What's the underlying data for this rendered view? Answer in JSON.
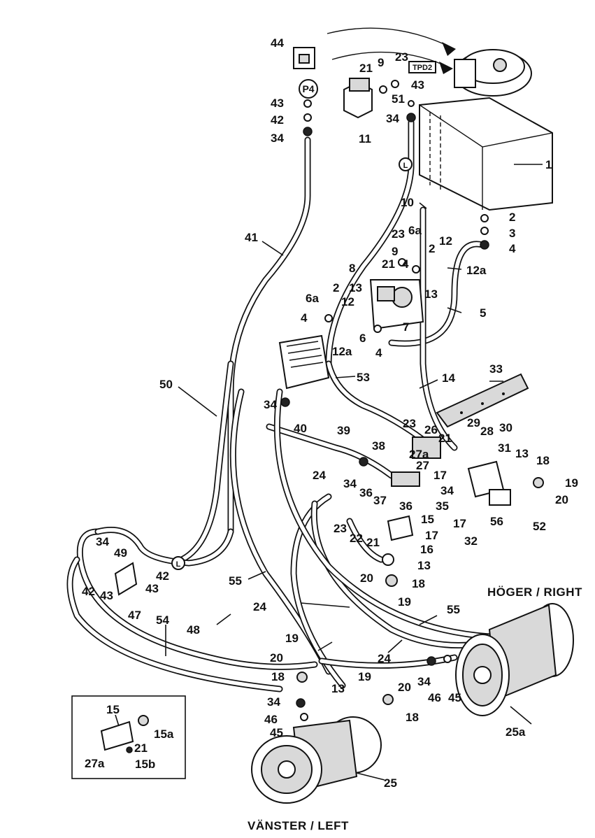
{
  "headings": {
    "right": "HÖGER / RIGHT",
    "left": "VÄNSTER / LEFT"
  },
  "tags": {
    "p4": "P4",
    "tpd2": "TPD2",
    "l1": "L",
    "l2": "L"
  },
  "callouts": {
    "c44": "44",
    "c43a": "43",
    "c42a": "42",
    "c34a": "34",
    "c21a": "21",
    "c9a": "9",
    "c23a": "23",
    "c43b": "43",
    "c51": "51",
    "c34b": "34",
    "c11": "11",
    "c1": "1",
    "c10": "10",
    "c2a": "2",
    "c3": "3",
    "c4a": "4",
    "c41": "41",
    "c23b": "23",
    "c6aA": "6a",
    "c9b": "9",
    "c2b": "2",
    "c12a": "12",
    "c4b": "4",
    "c21b": "21",
    "c12aA": "12a",
    "c8": "8",
    "c13a": "13",
    "c6aB": "6a",
    "c2c": "2",
    "c13b": "13",
    "c12b": "12",
    "c4c": "4",
    "c7": "7",
    "c5": "5",
    "c6": "6",
    "c4d": "4",
    "c12aB": "12a",
    "c50": "50",
    "c53": "53",
    "c14": "14",
    "c33": "33",
    "c34c": "34",
    "c40": "40",
    "c39": "39",
    "c23c": "23",
    "c26": "26",
    "c21c": "21",
    "c29": "29",
    "c28": "28",
    "c30": "30",
    "c38": "38",
    "c27a": "27a",
    "c31": "31",
    "c13c": "13",
    "c18a": "18",
    "c19a": "19",
    "c27": "27",
    "c17a": "17",
    "c24a": "24",
    "c34d": "34",
    "c36a": "36",
    "c34e": "34",
    "c37": "37",
    "c36b": "36",
    "c35": "35",
    "c20a": "20",
    "c17b": "17",
    "c56": "56",
    "c52": "52",
    "c15a": "15",
    "c32": "32",
    "c23d": "23",
    "c22": "22",
    "c21d": "21",
    "c17c": "17",
    "c16": "16",
    "c13d": "13",
    "c34f": "34",
    "c49": "49",
    "c42b": "42",
    "c43c": "43",
    "c42c": "42",
    "c43d": "43",
    "c47": "47",
    "c20b": "20",
    "c18b": "18",
    "c19b": "19",
    "c55a": "55",
    "c24b": "24",
    "c55b": "55",
    "c48": "48",
    "c54": "54",
    "c24c": "24",
    "c19c": "19",
    "c20c": "20",
    "c18c": "18",
    "c19d": "19",
    "c20d": "20",
    "c34g": "34",
    "c46a": "46",
    "c45a": "45",
    "c18d": "18",
    "c13e": "13",
    "c34h": "34",
    "c46b": "46",
    "c45b": "45",
    "c25a": "25a",
    "c25": "25",
    "inset15": "15",
    "inset15a": "15a",
    "inset21": "21",
    "inset27a": "27a",
    "inset15b": "15b"
  }
}
